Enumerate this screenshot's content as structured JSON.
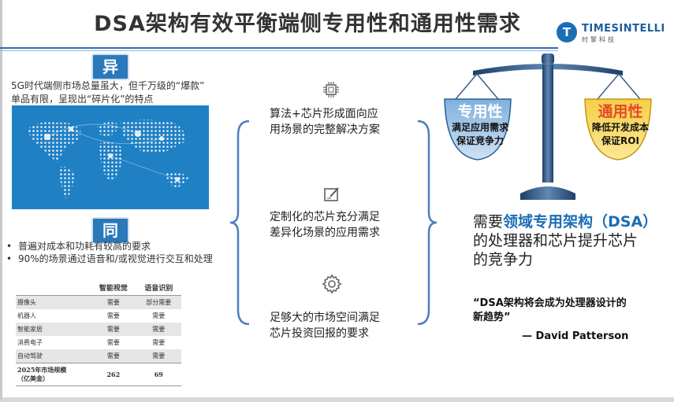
{
  "header": {
    "title": "DSA架构有效平衡端侧专用性和通用性需求",
    "logo": {
      "mark": "T",
      "name": "TIMESINTELLI",
      "sub": "时擎科技"
    }
  },
  "left": {
    "diff_badge": "异",
    "diff_text": [
      "5G时代端侧市场总量虽大，但千万级的“爆款”",
      "单品有限，呈现出“碎片化”的特点"
    ],
    "same_badge": "同",
    "bullets": [
      "普遍对成本和功耗有较高的要求",
      "90%的场景通过语音和/或视觉进行交互和处理"
    ],
    "table": {
      "headers": [
        "",
        "智能视觉",
        "语音识别"
      ],
      "rows": [
        [
          "摄像头",
          "需要",
          "部分需要"
        ],
        [
          "机器人",
          "需要",
          "需要"
        ],
        [
          "智能家居",
          "需要",
          "需要"
        ],
        [
          "消费电子",
          "需要",
          "需要"
        ],
        [
          "自动驾驶",
          "需要",
          "需要"
        ]
      ],
      "total_label": [
        "2025年市场规模",
        "（亿美金）"
      ],
      "total_values": [
        "262",
        "69"
      ]
    }
  },
  "middle": {
    "items": [
      {
        "icon": "chip-icon",
        "lines": [
          "算法+芯片形成面向应",
          "用场景的完整解决方案"
        ]
      },
      {
        "icon": "edit-icon",
        "lines": [
          "定制化的芯片充分满足",
          "差异化场景的应用需求"
        ]
      },
      {
        "icon": "gear-icon",
        "lines": [
          "足够大的市场空间满足",
          "芯片投资回报的要求"
        ]
      }
    ]
  },
  "right": {
    "scale_left": {
      "title": "专用性",
      "lines": [
        "满足应用需求",
        "保证竞争力"
      ],
      "color": "#2a79b9"
    },
    "scale_right": {
      "title": "通用性",
      "lines": [
        "降低开发成本",
        "保证ROI"
      ],
      "color": "#e8823a"
    },
    "need_prefix": "需要",
    "need_highlight": "领域专用架构（DSA）",
    "need_rest": [
      "的处理器和芯片提升芯片",
      "的竞争力"
    ],
    "quote": [
      "“DSA架构将会成为处理器设计的",
      "新趋势”"
    ],
    "author": "— David Patterson"
  }
}
